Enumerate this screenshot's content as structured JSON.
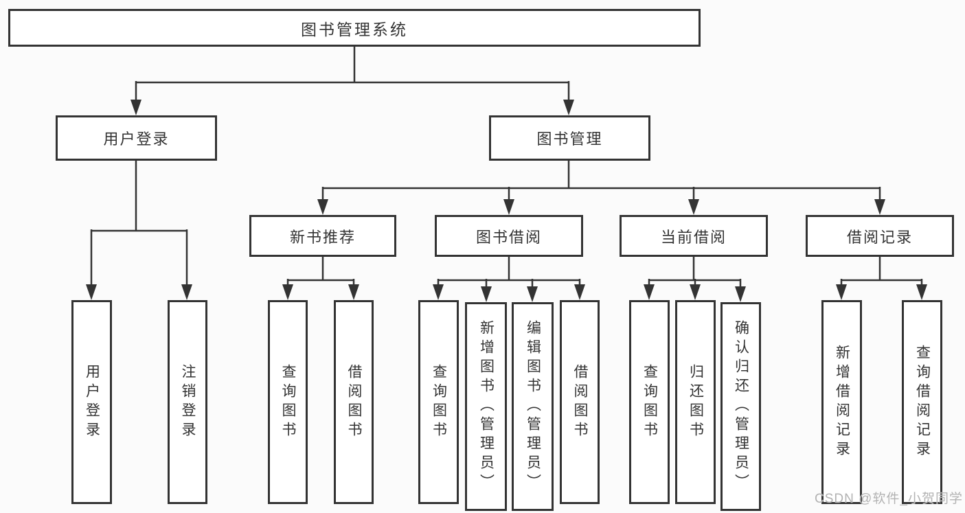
{
  "tree": {
    "root": {
      "label": "图书管理系统",
      "children": [
        {
          "label": "用户登录",
          "children": [
            {
              "label": "用户登录"
            },
            {
              "label": "注销登录"
            }
          ]
        },
        {
          "label": "图书管理",
          "children": [
            {
              "label": "新书推荐",
              "children": [
                {
                  "label": "查询图书"
                },
                {
                  "label": "借阅图书"
                }
              ]
            },
            {
              "label": "图书借阅",
              "children": [
                {
                  "label": "查询图书"
                },
                {
                  "label": "新增图书（管理员）"
                },
                {
                  "label": "编辑图书（管理员）"
                },
                {
                  "label": "借阅图书"
                }
              ]
            },
            {
              "label": "当前借阅",
              "children": [
                {
                  "label": "查询图书"
                },
                {
                  "label": "归还图书"
                },
                {
                  "label": "确认归还（管理员）"
                }
              ]
            },
            {
              "label": "借阅记录",
              "children": [
                {
                  "label": "新增借阅记录"
                },
                {
                  "label": "查询借阅记录"
                }
              ]
            }
          ]
        }
      ]
    }
  },
  "watermark": {
    "text": "CSDN @软件_小贺同学"
  },
  "colors": {
    "line": "#333333",
    "text": "#333333",
    "box_fill": "#ffffff",
    "background": "#fbfbfb",
    "watermark": "#b2b2b2"
  }
}
